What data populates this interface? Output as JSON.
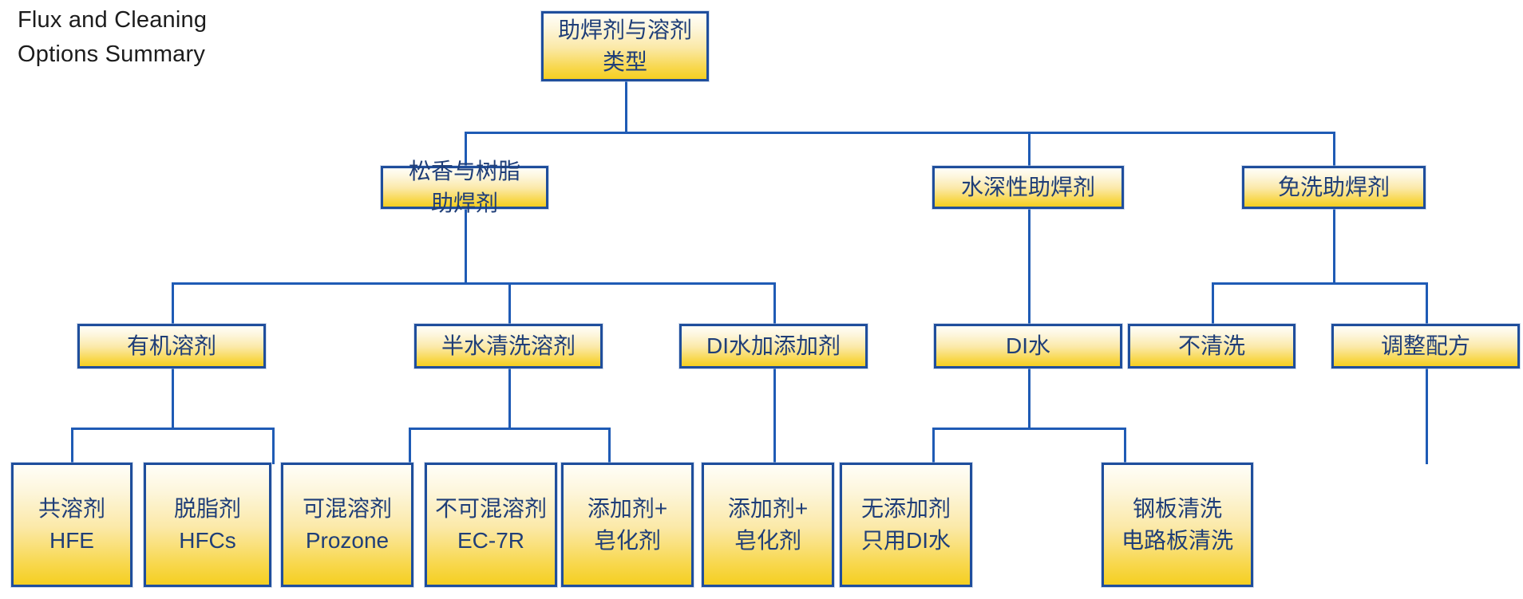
{
  "title": {
    "line1": "Flux and Cleaning",
    "line2": "Options Summary",
    "text": "Flux and Cleaning\nOptions Summary"
  },
  "colors": {
    "border": "#1f4e9c",
    "connector": "#1f5bb5",
    "text": "#1f3e78",
    "fill_top": "#fffef8",
    "fill_bottom": "#f5cf21",
    "background": "#ffffff",
    "title_text": "#1c1c1c"
  },
  "diagram": {
    "type": "tree",
    "orientation": "top-down",
    "levels": 4,
    "root": {
      "id": "root",
      "label": "助焊剂与溶剂\n类型"
    },
    "nodes": [
      {
        "id": "root",
        "label": "助焊剂与溶剂\n类型",
        "level": 0,
        "parent": null
      },
      {
        "id": "rosin",
        "label": "松香与树脂\n助焊剂",
        "level": 1,
        "parent": "root"
      },
      {
        "id": "water_sol",
        "label": "水深性助焊剂",
        "level": 1,
        "parent": "root"
      },
      {
        "id": "no_clean",
        "label": "免洗助焊剂",
        "level": 1,
        "parent": "root"
      },
      {
        "id": "organic",
        "label": "有机溶剂",
        "level": 2,
        "parent": "rosin"
      },
      {
        "id": "semi_aq",
        "label": "半水清洗溶剂",
        "level": 2,
        "parent": "rosin"
      },
      {
        "id": "di_add",
        "label": "DI水加添加剂",
        "level": 2,
        "parent": "rosin"
      },
      {
        "id": "di_water",
        "label": "DI水",
        "level": 2,
        "parent": "water_sol"
      },
      {
        "id": "no_wash",
        "label": "不清洗",
        "level": 2,
        "parent": "no_clean"
      },
      {
        "id": "adjust",
        "label": "调整配方",
        "level": 2,
        "parent": "no_clean"
      },
      {
        "id": "cosolvent",
        "label": "共溶剂\nHFE",
        "level": 3,
        "parent": "organic"
      },
      {
        "id": "degreaser",
        "label": "脱脂剂\nHFCs",
        "level": 3,
        "parent": "organic"
      },
      {
        "id": "miscible",
        "label": "可混溶剂\nProzone",
        "level": 3,
        "parent": "semi_aq"
      },
      {
        "id": "immiscible",
        "label": "不可混溶剂\nEC-7R",
        "level": 3,
        "parent": "semi_aq"
      },
      {
        "id": "add_sap_1",
        "label": "添加剂+\n皂化剂",
        "level": 3,
        "parent": "di_add"
      },
      {
        "id": "add_sap_2",
        "label": "添加剂+\n皂化剂",
        "level": 3,
        "parent": "di_water"
      },
      {
        "id": "no_add",
        "label": "无添加剂\n只用DI水",
        "level": 3,
        "parent": "di_water"
      },
      {
        "id": "stencil",
        "label": "钢板清洗\n电路板清洗",
        "level": 3,
        "parent": "adjust"
      }
    ]
  }
}
